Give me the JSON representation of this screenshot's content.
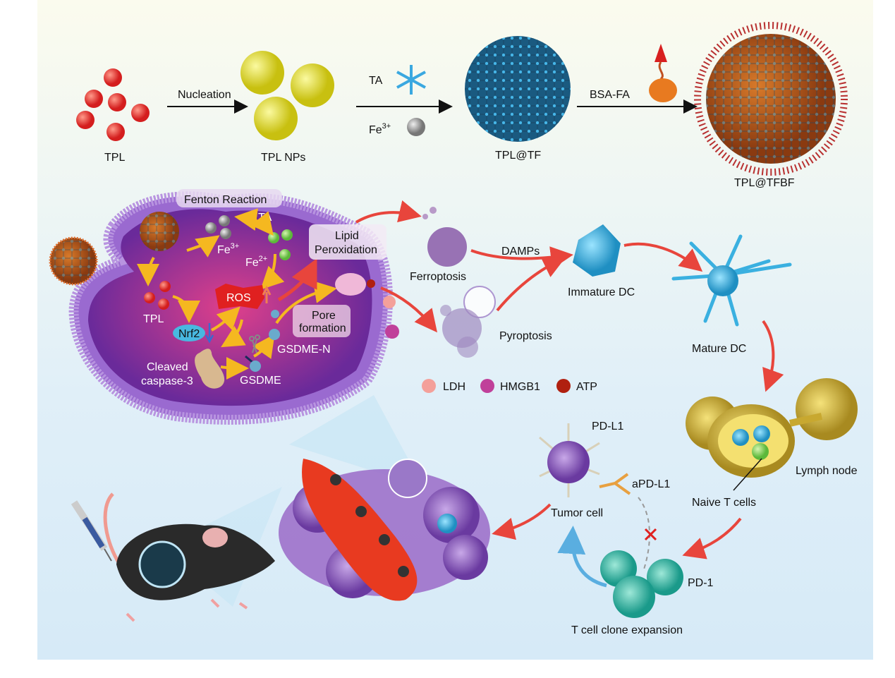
{
  "synthesis": {
    "tpl": "TPL",
    "nucleation": "Nucleation",
    "tpl_nps": "TPL NPs",
    "ta": "TA",
    "fe": "Fe",
    "fe_charge": "3+",
    "tpl_tf": "TPL@TF",
    "bsa_fa": "BSA-FA",
    "tpl_tfbf": "TPL@TFBF"
  },
  "cell": {
    "fenton": "Fenton Reaction",
    "ta": "TA",
    "fe3": "Fe",
    "fe3_charge": "3+",
    "fe2": "Fe",
    "fe2_charge": "2+",
    "ros": "ROS",
    "tpl": "TPL",
    "nrf2": "Nrf2",
    "cleaved_1": "Cleaved",
    "cleaved_2": "caspase-3",
    "gsdme": "GSDME",
    "gsdme_n": "GSDME-N",
    "pore_1": "Pore",
    "pore_2": "formation",
    "lipid_1": "Lipid",
    "lipid_2": "Peroxidation"
  },
  "immune": {
    "ferroptosis": "Ferroptosis",
    "pyroptosis": "Pyroptosis",
    "damps": "DAMPs",
    "immature_dc": "Immature DC",
    "mature_dc": "Mature DC",
    "lymph_node": "Lymph node",
    "naive_t": "Naive T cells",
    "pd_l1": "PD-L1",
    "apd_l1": "aPD-L1",
    "tumor_cell": "Tumor cell",
    "pd_1": "PD-1",
    "t_expansion": "T cell clone expansion"
  },
  "legend": [
    {
      "label": "LDH",
      "color": "#f4a09a"
    },
    {
      "label": "HMGB1",
      "color": "#c0409a"
    },
    {
      "label": "ATP",
      "color": "#b02010"
    }
  ],
  "colors": {
    "arrow_red": "#e8453c",
    "arrow_yellow": "#f5b820",
    "arrow_blue": "#5aaee0"
  }
}
